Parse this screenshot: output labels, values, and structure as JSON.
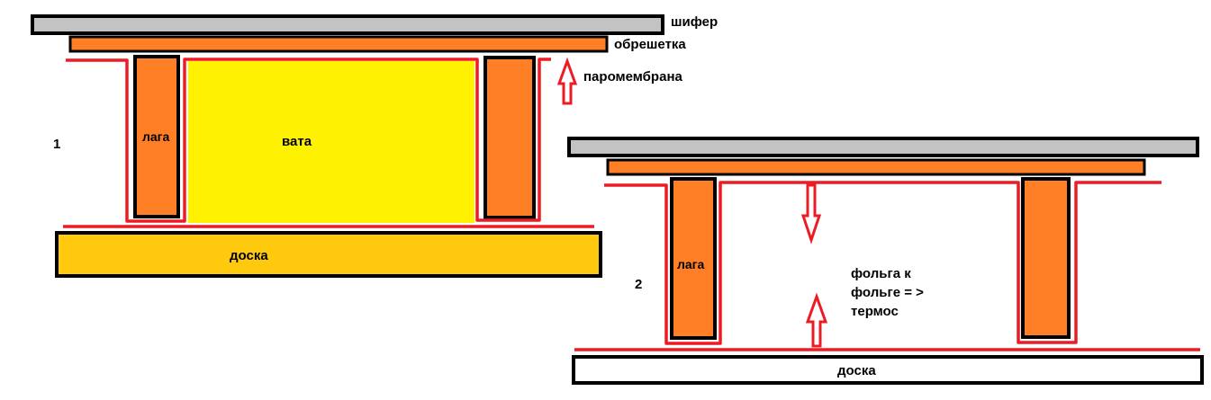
{
  "colors": {
    "outline": "#000000",
    "slate": "#c3c3c3",
    "batten": "#ff7f27",
    "membrane": "#ed1c24",
    "wool": "#fff200",
    "board_top": "#ffc90e",
    "board_bottom": "#ffffff",
    "background": "#ffffff"
  },
  "diagram1": {
    "number": "1",
    "slate_label": "шифер",
    "batten_label": "обрешетка",
    "membrane_label": "паромембрана",
    "joist_label": "лага",
    "wool_label": "вата",
    "board_label": "доска"
  },
  "diagram2": {
    "number": "2",
    "joist_label": "лага",
    "note_label": "фольга к фольге = > термос",
    "board_label": "доска"
  }
}
